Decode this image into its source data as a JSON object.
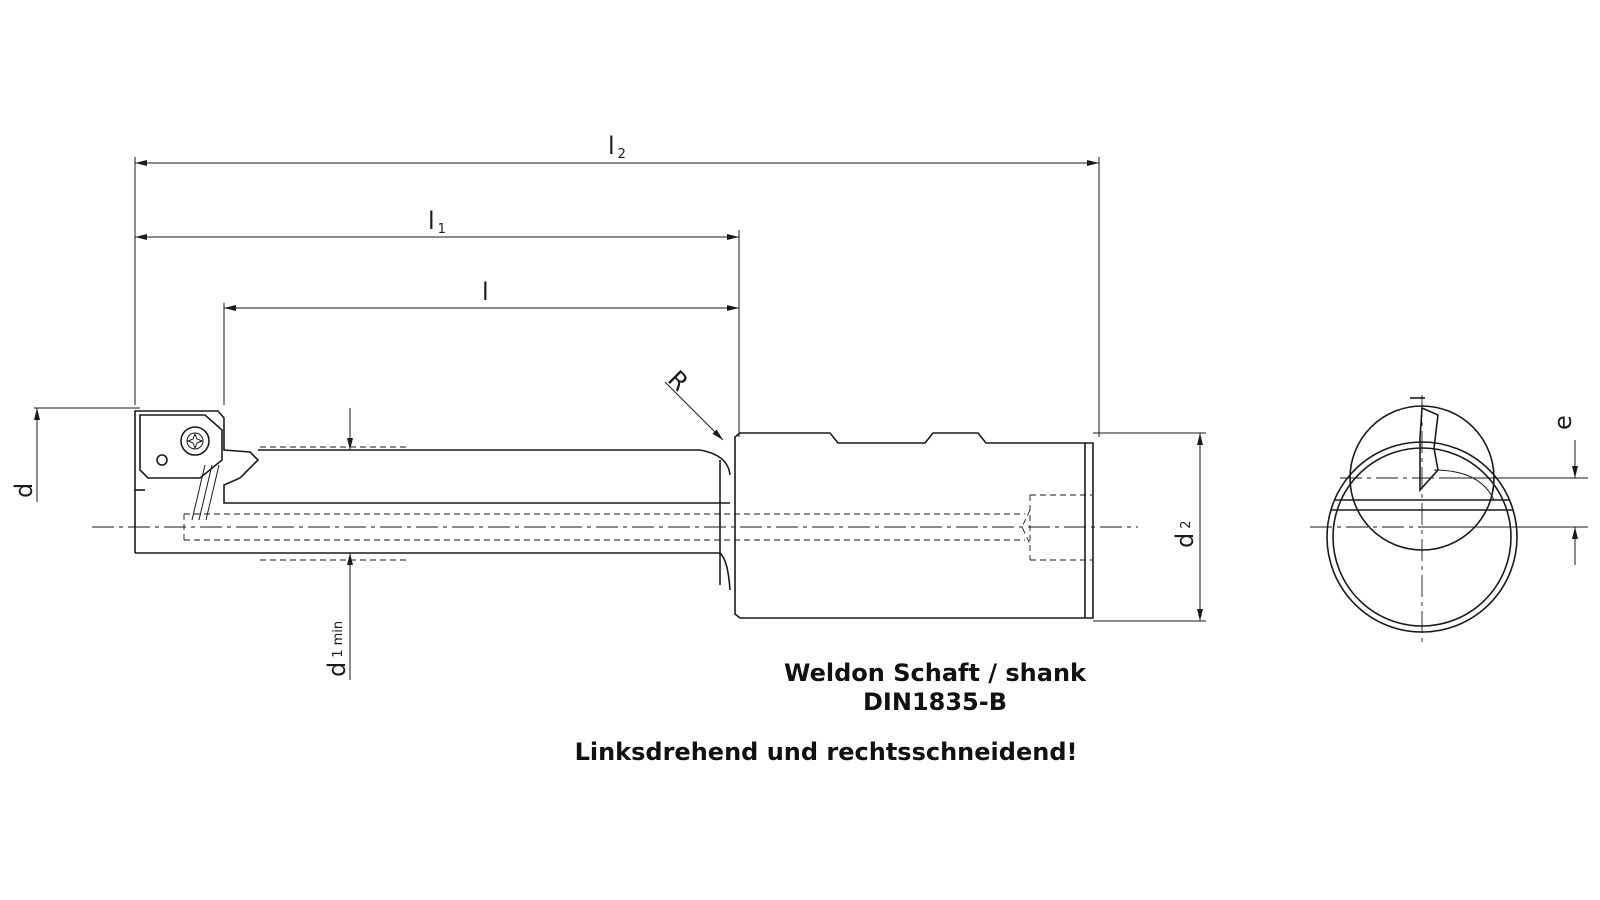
{
  "dimensions": {
    "l2": {
      "main": "l",
      "sub": "2"
    },
    "l1": {
      "main": "l",
      "sub": "1"
    },
    "l": {
      "main": "l"
    },
    "R": {
      "main": "R"
    },
    "d": {
      "main": "d"
    },
    "d1min": {
      "main": "d",
      "sub": "1 min"
    },
    "d2": {
      "main": "d",
      "sub": "2"
    },
    "e": {
      "main": "e"
    }
  },
  "notes": {
    "line1": "Weldon Schaft / shank",
    "line2": "DIN1835-B",
    "line3": "Linksdrehend und rechtsschneidend!"
  }
}
